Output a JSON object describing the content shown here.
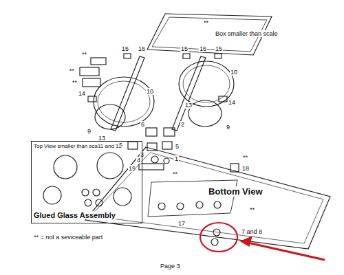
{
  "diagram": {
    "nodes": [
      {
        "text": [
          "Top View smaller than scale",
          "11 and 12",
          "Glued Glass Assembly"
        ]
      }
    ],
    "labels": [
      "**",
      "Box smaller than scale",
      "15",
      "16",
      "15",
      "16",
      "15",
      "**",
      "**",
      "**",
      "10",
      "10",
      "14",
      "14",
      "13",
      "9",
      "9",
      "13",
      "6",
      "2",
      "5",
      "3",
      "5",
      "4",
      "1",
      "19",
      "**",
      "18",
      "**",
      "Bottom View",
      "**",
      "17",
      "7 and 8",
      "** = not a seviceable part",
      "Page 3"
    ]
  }
}
